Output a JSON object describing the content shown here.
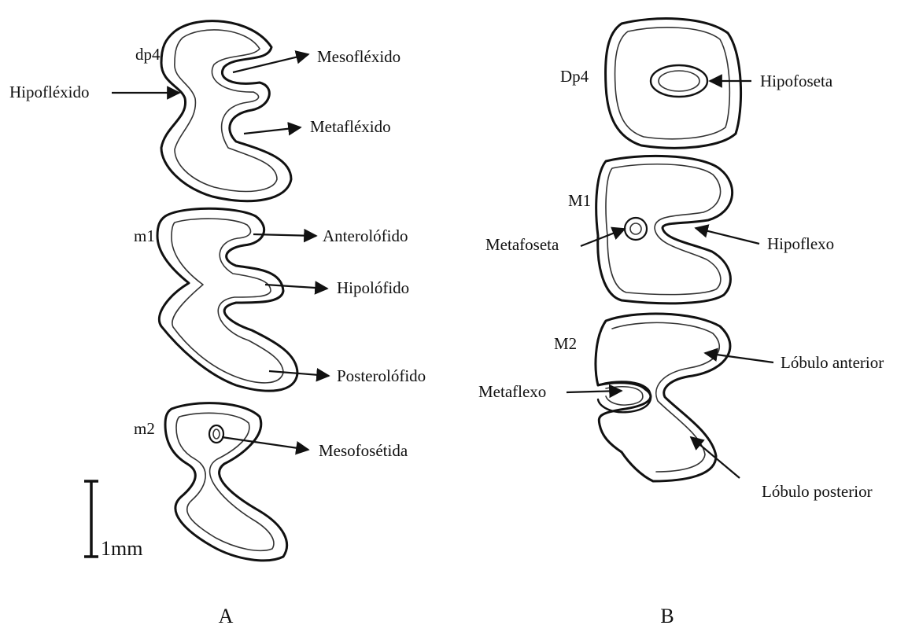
{
  "panels": {
    "a": {
      "label": "A",
      "teeth": [
        "dp4",
        "m1",
        "m2"
      ],
      "annotations": {
        "hipoflexido": "Hipofléxido",
        "mesoflexido": "Mesofléxido",
        "metaflexido": "Metafléxido",
        "anterolofido": "Anterolófido",
        "hipolofido": "Hipolófido",
        "posterolofido": "Posterolófido",
        "mesofosetida": "Mesofosétida"
      },
      "scale_bar": "1mm"
    },
    "b": {
      "label": "B",
      "teeth": [
        "Dp4",
        "M1",
        "M2"
      ],
      "annotations": {
        "hipofoseta": "Hipofoseta",
        "metafoseta": "Metafoseta",
        "hipoflexo": "Hipoflexo",
        "lobulo_anterior": "Lóbulo anterior",
        "metaflexo": "Metaflexo",
        "lobulo_posterior": "Lóbulo posterior"
      }
    }
  },
  "colors": {
    "ink": "#111111",
    "background": "#ffffff"
  }
}
